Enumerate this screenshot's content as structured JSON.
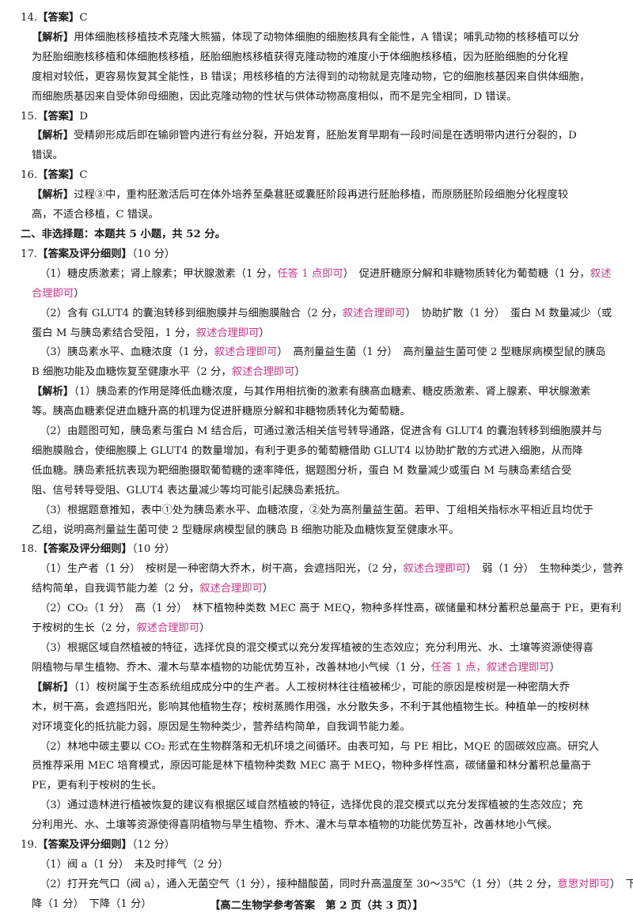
{
  "lines": [
    [
      {
        "t": "14.",
        "c": "n"
      },
      {
        "t": "【答案】",
        "c": "b"
      },
      {
        "t": "C",
        "c": "n"
      }
    ],
    [
      {
        "t": "【解析】",
        "c": "b"
      },
      {
        "t": "用体细胞核移植技术克隆大熊猫，体现了动物体细胞的细胞核具有全能性，A 错误；哺乳动物的核移植可以分",
        "c": "n"
      }
    ],
    [
      {
        "t": "为胚胎细胞核移植和体细胞核移植，胚胎细胞核移植获得克隆动物的难度小于体细胞核移植，因为胚胎细胞的分化程",
        "c": "n"
      }
    ],
    [
      {
        "t": "度相对较低，更容易恢复其全能性，B 错误；用核移植的方法得到的动物就是克隆动物，它的细胞核基因来自供体细胞，",
        "c": "n"
      }
    ],
    [
      {
        "t": "而细胞质基因来自受体卵母细胞，因此克隆动物的性状与供体动物高度相似，而不是完全相同，D 错误。",
        "c": "n"
      }
    ],
    [
      {
        "t": "15.",
        "c": "n"
      },
      {
        "t": "【答案】",
        "c": "b"
      },
      {
        "t": "D",
        "c": "n"
      }
    ],
    [
      {
        "t": "【解析】",
        "c": "b"
      },
      {
        "t": "受精卵形成后即在输卵管内进行有丝分裂，开始发育，胚胎发育早期有一段时间是在透明带内进行分裂的，D",
        "c": "n"
      }
    ],
    [
      {
        "t": "错误。",
        "c": "n"
      }
    ],
    [
      {
        "t": "16.",
        "c": "n"
      },
      {
        "t": "【答案】",
        "c": "b"
      },
      {
        "t": "C",
        "c": "n"
      }
    ],
    [
      {
        "t": "【解析】",
        "c": "b"
      },
      {
        "t": "过程③中，重构胚激活后可在体外培养至桑葚胚或囊胚阶段再进行胚胎移植，而原肠胚阶段细胞分化程度较",
        "c": "n"
      }
    ],
    [
      {
        "t": "高，不适合移植，C 错误。",
        "c": "n"
      }
    ],
    [
      {
        "t": "二、非选择题：本题共 5 小题，共 52 分。",
        "c": "b"
      }
    ],
    [
      {
        "t": "17.",
        "c": "n"
      },
      {
        "t": "【答案及评分细则】",
        "c": "b"
      },
      {
        "t": "（10 分）",
        "c": "n"
      }
    ],
    [
      {
        "t": "（1）糖皮质激素；肾上腺素；甲状腺激素（1 分，",
        "c": "n"
      },
      {
        "t": "任答 1 点即可",
        "c": "pk"
      },
      {
        "t": "）　促进肝糖原分解和非糖物质转化为葡萄糖（1 分，",
        "c": "n"
      },
      {
        "t": "叙述",
        "c": "pk"
      }
    ],
    [
      {
        "t": "合理即可",
        "c": "pk"
      },
      {
        "t": "）",
        "c": "n"
      }
    ],
    [
      {
        "t": "（2）含有 GLUT4 的囊泡转移到细胞膜并与细胞膜融合（2 分，",
        "c": "n"
      },
      {
        "t": "叙述合理即可",
        "c": "pk"
      },
      {
        "t": "）　协助扩散（1 分）　蛋白 M 数量减少（或",
        "c": "n"
      }
    ],
    [
      {
        "t": "蛋白 M 与胰岛素结合受阻，1 分，",
        "c": "n"
      },
      {
        "t": "叙述合理即可",
        "c": "pk"
      },
      {
        "t": "）",
        "c": "n"
      }
    ],
    [
      {
        "t": "（3）胰岛素水平、血糖浓度（1 分，",
        "c": "n"
      },
      {
        "t": "叙述合理即可",
        "c": "pk"
      },
      {
        "t": "）　高剂量益生菌（1 分）　高剂量益生菌可使 2 型糖尿病模型鼠的胰岛",
        "c": "n"
      }
    ],
    [
      {
        "t": "B 细胞功能及血糖恢复至健康水平（2 分，",
        "c": "n"
      },
      {
        "t": "叙述合理即可",
        "c": "pk"
      },
      {
        "t": "）",
        "c": "n"
      }
    ],
    [
      {
        "t": "【解析】",
        "c": "b"
      },
      {
        "t": "（1）胰岛素的作用是降低血糖浓度，与其作用相抗衡的激素有胰高血糖素、糖皮质激素、肾上腺素、甲状腺激素",
        "c": "n"
      }
    ],
    [
      {
        "t": "等。胰高血糖素促进血糖升高的机理为促进肝糖原分解和非糖物质转化为葡萄糖。",
        "c": "n"
      }
    ],
    [
      {
        "t": "（2）由题图可知，胰岛素与蛋白 M 结合后，可通过激活相关信号转导通路，促进含有 GLUT4 的囊泡转移到细胞膜并与",
        "c": "n"
      }
    ],
    [
      {
        "t": "细胞膜融合，使细胞膜上 GLUT4 的数量增加，有利于更多的葡萄糖借助 GLUT4 以协助扩散的方式进入细胞，从而降",
        "c": "n"
      }
    ],
    [
      {
        "t": "低血糖。胰岛素抵抗表现为靶细胞摄取葡萄糖的速率降低，据题图分析，蛋白 M 数量减少或蛋白 M 与胰岛素结合受",
        "c": "n"
      }
    ],
    [
      {
        "t": "阻、信号转导受阻、GLUT4 表达量减少等均可能引起胰岛素抵抗。",
        "c": "n"
      }
    ],
    [
      {
        "t": "（3）根据题意推知，表中①处为胰岛素水平、血糖浓度，②处为高剂量益生菌。若甲、丁组相关指标水平相近且均优于",
        "c": "n"
      }
    ],
    [
      {
        "t": "乙组，说明高剂量益生菌可使 2 型糖尿病模型鼠的胰岛 B 细胞功能及血糖恢复至健康水平。",
        "c": "n"
      }
    ],
    [
      {
        "t": "18.",
        "c": "n"
      },
      {
        "t": "【答案及评分细则】",
        "c": "b"
      },
      {
        "t": "（10 分）",
        "c": "n"
      }
    ],
    [
      {
        "t": "（1）生产者（1 分）　桉树是一种密荫大乔木，树干高，会遮挡阳光，（2 分，",
        "c": "n"
      },
      {
        "t": "叙述合理即可",
        "c": "pk"
      },
      {
        "t": "）　弱（1 分）　生物种类少，营养",
        "c": "n"
      }
    ],
    [
      {
        "t": "结构简单，自我调节能力差（2 分，",
        "c": "n"
      },
      {
        "t": "叙述合理即可",
        "c": "pk"
      },
      {
        "t": "）",
        "c": "n"
      }
    ],
    [
      {
        "t": "（2）CO₂（1 分）　高（1 分）　林下植物种类数 MEC 高于 MEQ，物种多样性高，碳储量和林分蓄积总量高于 PE，更有利",
        "c": "n"
      }
    ],
    [
      {
        "t": "于桉树的生长（2 分，",
        "c": "n"
      },
      {
        "t": "叙述合理即可",
        "c": "pk"
      },
      {
        "t": "）",
        "c": "n"
      }
    ],
    [
      {
        "t": "（3）根据区域自然植被的特征，选择优良的混交模式以充分发挥植被的生态效应；充分利用光、水、土壤等资源使得喜",
        "c": "n"
      }
    ],
    [
      {
        "t": "阴植物与旱生植物、乔木、灌木与草本植物的功能优势互补，改善林地小气候（1 分，",
        "c": "n"
      },
      {
        "t": "任答 1 点，叙述合理即可",
        "c": "pk"
      },
      {
        "t": "）",
        "c": "n"
      }
    ],
    [
      {
        "t": "【解析】",
        "c": "b"
      },
      {
        "t": "（1）桉树属于生态系统组成成分中的生产者。人工桉树林往往植被稀少，可能的原因是桉树是一种密荫大乔",
        "c": "n"
      }
    ],
    [
      {
        "t": "木，树干高，会遮挡阳光，影响其他植物生存；桉树蒸腾作用强，水分散失多，不利于其他植物生长。种植单一的桉树林",
        "c": "n"
      }
    ],
    [
      {
        "t": "对环境变化的抵抗能力弱，原因是生物种类少，营养结构简单，自我调节能力差。",
        "c": "n"
      }
    ],
    [
      {
        "t": "（2）林地中碳主要以 CO₂ 形式在生物群落和无机环境之间循环。由表可知，与 PE 相比，MQE 的固碳效应高。研究人",
        "c": "n"
      }
    ],
    [
      {
        "t": "员推荐采用 MEC 培育模式，原因可能是林下植物种类数 MEC 高于 MEQ，物种多样性高，碳储量和林分蓄积总量高于",
        "c": "n"
      }
    ],
    [
      {
        "t": "PE，更有利于桉树的生长。",
        "c": "n"
      }
    ],
    [
      {
        "t": "（3）通过造林进行植被恢复的建议有根据区域自然植被的特征，选择优良的混交模式以充分发挥植被的生态效应；充",
        "c": "n"
      }
    ],
    [
      {
        "t": "分利用光、水、土壤等资源使得喜阴植物与旱生植物、乔木、灌木与草本植物的功能优势互补，改善林地小气候。",
        "c": "n"
      }
    ],
    [
      {
        "t": "19.",
        "c": "n"
      },
      {
        "t": "【答案及评分细则】",
        "c": "b"
      },
      {
        "t": "（12 分）",
        "c": "n"
      }
    ],
    [
      {
        "t": "（1）阀 a（1 分）　未及时排气（2 分）",
        "c": "n"
      }
    ],
    [
      {
        "t": "（2）打开充气口（阀 a），通入无菌空气（1 分），接种醋酸菌，同时升高温度至 30～35℃（1 分）（共 2 分，",
        "c": "n"
      },
      {
        "t": "意思对即可",
        "c": "pk"
      },
      {
        "t": "）　下",
        "c": "n"
      }
    ],
    [
      {
        "t": "降（1 分）　下降（1 分）",
        "c": "n"
      }
    ]
  ],
  "footer": "【高二生物学参考答案　第 2 页（共 3 页）】"
}
